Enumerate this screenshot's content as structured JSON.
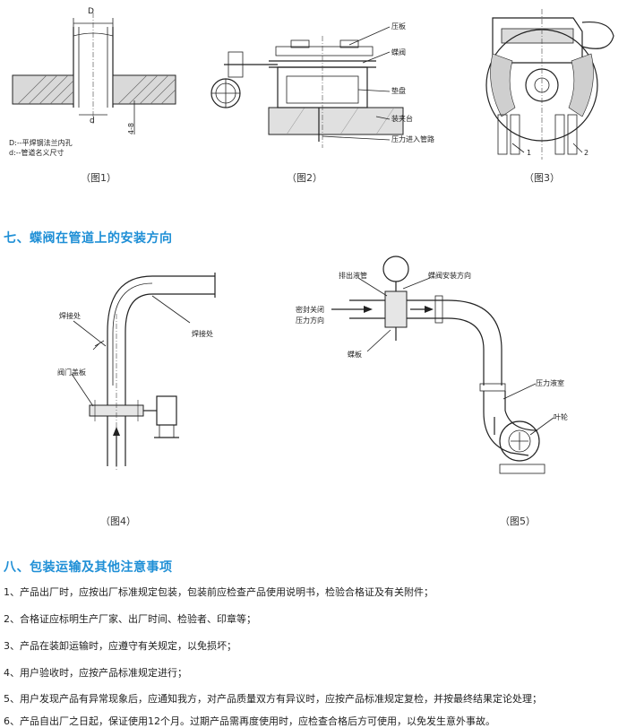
{
  "fig1": {
    "dim_D": "D",
    "dim_d": "d",
    "dim_48": "4-8",
    "legend_D": "D:--平焊钢法兰内孔",
    "legend_d": "d:--管道名义尺寸",
    "caption": "（图1）"
  },
  "fig2": {
    "label_plate": "压板",
    "label_valve": "蝶阀",
    "label_gasket": "垫盘",
    "label_clamp": "装夹台",
    "label_inlet": "压力进入管路",
    "caption": "（图2）"
  },
  "fig3": {
    "num_1": "1",
    "num_2": "2",
    "caption": "（图3）"
  },
  "section7": {
    "title": "七、蝶阀在管道上的安装方向"
  },
  "fig4": {
    "label_weld_1": "焊接处",
    "label_weld_2": "焊接处",
    "label_cover": "阀门盖板",
    "caption": "（图4）"
  },
  "fig5": {
    "label_discharge": "排出液管",
    "label_direction": "蝶阀安装方向",
    "label_seal_1": "密封关闭",
    "label_seal_2": "压力方向",
    "label_disc": "蝶板",
    "label_chamber": "压力液室",
    "label_impeller": "叶轮",
    "caption": "（图5）"
  },
  "section8": {
    "title": "八、包装运输及其他注意事项",
    "items": [
      "1、产品出厂时，应按出厂标准规定包装，包装前应检查产品使用说明书，检验合格证及有关附件；",
      "2、合格证应标明生产厂家、出厂时间、检验者、印章等；",
      "3、产品在装卸运输时，应遵守有关规定，以免损坏；",
      "4、用户验收时，应按产品标准规定进行；",
      "5、用户发现产品有异常现象后，应通知我方，对产品质量双方有异议时，应按产品标准规定复检，并按最终结果定论处理；",
      "6、产品自出厂之日起，保证使用12个月。过期产品需再度使用时，应检查合格后方可使用，以免发生意外事故。"
    ]
  }
}
